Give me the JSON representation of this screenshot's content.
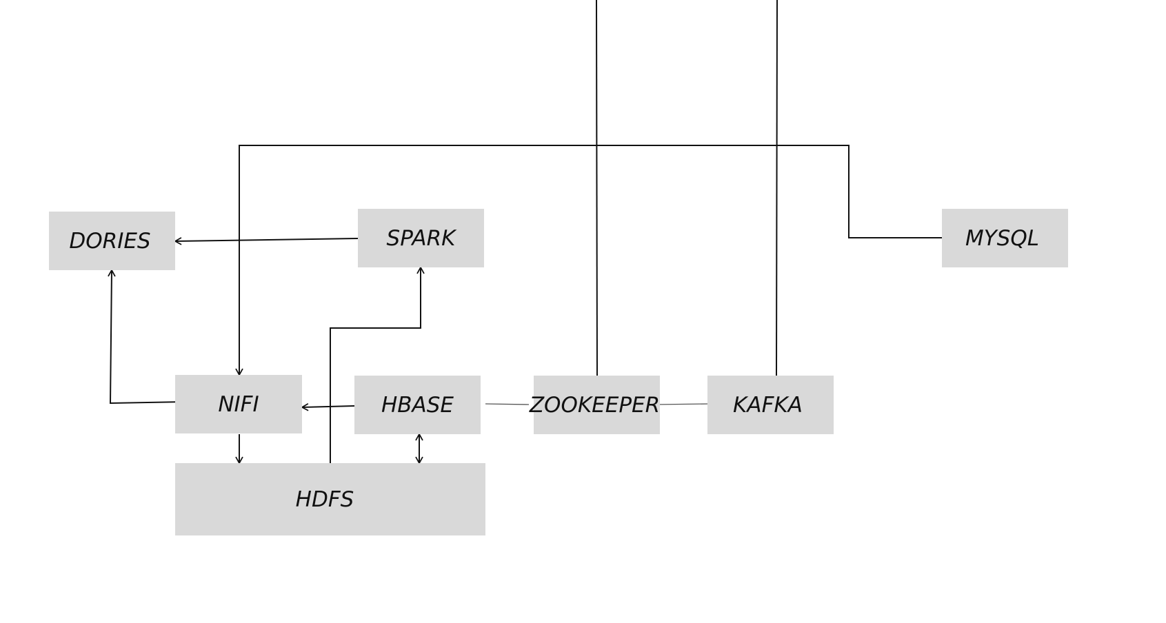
{
  "diagram": {
    "nodes": {
      "dories": "DORIES",
      "spark": "SPARK",
      "mysql": "MYSQL",
      "nifi": "NIFI",
      "hbase": "HBASE",
      "zookeeper": "ZOOKEEPER",
      "kafka": "KAFKA",
      "hdfs": "HDFS"
    },
    "colors": {
      "node_fill": "#d9d9d9",
      "line": "#111111",
      "background": "#ffffff"
    },
    "edges": [
      {
        "from": "spark",
        "to": "dories",
        "arrow": "end"
      },
      {
        "from": "nifi",
        "to": "dories",
        "arrow": "end"
      },
      {
        "from": "hbase",
        "to": "nifi",
        "arrow": "end"
      },
      {
        "from": "nifi",
        "to": "hdfs",
        "arrow": "end"
      },
      {
        "from": "hdfs",
        "to": "spark",
        "arrow": "end"
      },
      {
        "from": "hbase",
        "to": "hdfs",
        "arrow": "both"
      },
      {
        "from": "mysql",
        "to": "nifi",
        "arrow": "end"
      },
      {
        "from": "hbase",
        "to": "zookeeper",
        "arrow": "none"
      },
      {
        "from": "zookeeper",
        "to": "kafka",
        "arrow": "none"
      },
      {
        "from": "zookeeper",
        "to": "offscreen-top",
        "arrow": "none"
      },
      {
        "from": "kafka",
        "to": "offscreen-top",
        "arrow": "none"
      }
    ]
  }
}
